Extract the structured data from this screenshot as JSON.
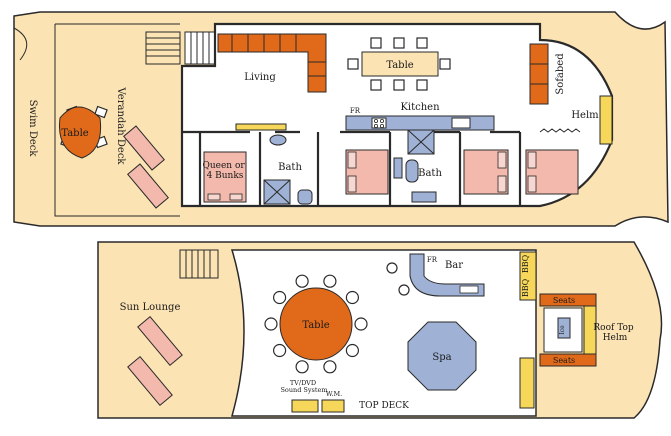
{
  "main_deck": {
    "labels": {
      "swim_deck": "Swim Deck",
      "verandah_deck": "Verandah Deck",
      "table_outdoor": "Table",
      "living": "Living",
      "dining_table": "Table",
      "sofabed": "Sofabed",
      "kitchen": "Kitchen",
      "fridge": "FR",
      "helm": "Helm",
      "queen_bunks": "Queen or\n4 Bunks",
      "bath_1": "Bath",
      "bath_2": "Bath"
    }
  },
  "top_deck": {
    "labels": {
      "sun_lounge": "Sun Lounge",
      "table": "Table",
      "bar": "Bar",
      "fridge": "FR",
      "bbq_1": "BBQ",
      "bbq_2": "BBQ",
      "seats_top": "Seats",
      "seats_bottom": "Seats",
      "ice": "Ice",
      "roof_top_helm": "Roof Top\nHelm",
      "spa": "Spa",
      "sound_system": "TV/DVD\nSound System",
      "wm": "W.M.",
      "top_deck": "TOP DECK"
    }
  },
  "colors": {
    "hull": "#fbe3b4",
    "furniture": "#e06a1a",
    "beds": "#f2b9ac",
    "fixtures": "#9fb2d6",
    "helm": "#f7d75a"
  }
}
